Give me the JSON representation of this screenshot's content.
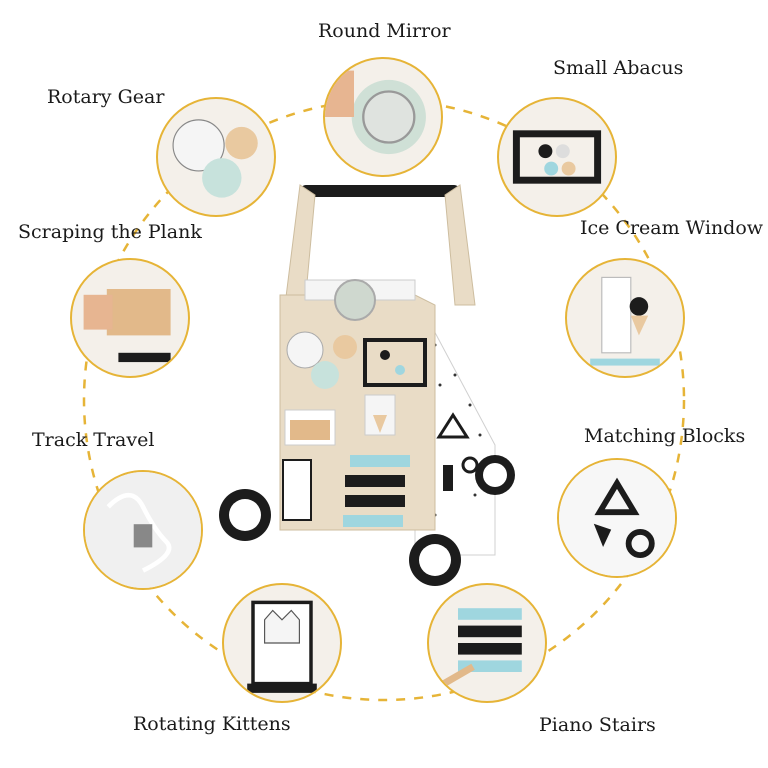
{
  "labels": {
    "round_mirror": "Round Mirror",
    "small_abacus": "Small Abacus",
    "rotary_gear": "Rotary Gear",
    "scraping_plank": "Scraping the Plank",
    "ice_cream_window": "Ice Cream Window",
    "track_travel": "Track Travel",
    "matching_blocks": "Matching Blocks",
    "rotating_kittens": "Rotating Kittens",
    "piano_stairs": "Piano Stairs"
  },
  "colors": {
    "accent_ring": "#e6b437",
    "wood": "#e9dcc6",
    "teal": "#9fd6df",
    "black": "#1c1c1c"
  }
}
